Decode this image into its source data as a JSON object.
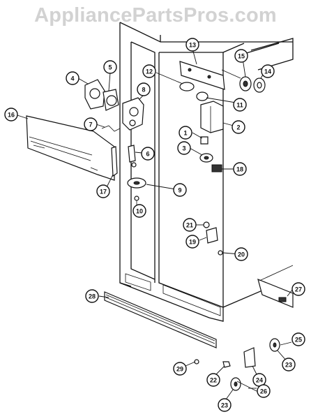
{
  "watermark": "AppliancePartsPros.com",
  "callouts": [
    {
      "label": "1"
    },
    {
      "label": "2"
    },
    {
      "label": "3"
    },
    {
      "label": "4"
    },
    {
      "label": "5"
    },
    {
      "label": "6"
    },
    {
      "label": "7"
    },
    {
      "label": "8"
    },
    {
      "label": "9"
    },
    {
      "label": "10"
    },
    {
      "label": "11"
    },
    {
      "label": "12"
    },
    {
      "label": "13"
    },
    {
      "label": "14"
    },
    {
      "label": "15"
    },
    {
      "label": "16"
    },
    {
      "label": "17"
    },
    {
      "label": "18"
    },
    {
      "label": "19"
    },
    {
      "label": "20"
    },
    {
      "label": "21"
    },
    {
      "label": "22"
    },
    {
      "label": "23"
    },
    {
      "label": "23"
    },
    {
      "label": "24"
    },
    {
      "label": "25"
    },
    {
      "label": "26"
    },
    {
      "label": "27"
    },
    {
      "label": "28"
    },
    {
      "label": "29"
    }
  ]
}
